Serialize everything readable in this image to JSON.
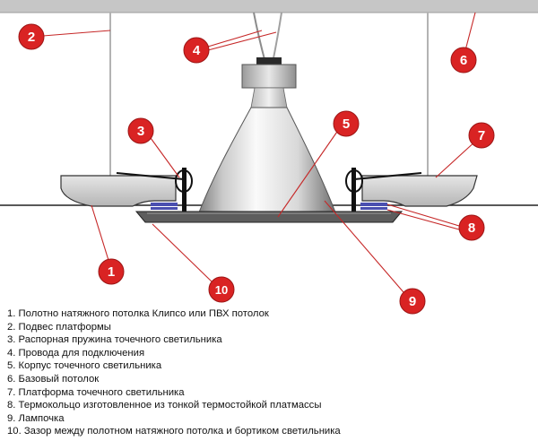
{
  "diagram": {
    "markers": [
      {
        "id": "m1",
        "label": "1"
      },
      {
        "id": "m2",
        "label": "2"
      },
      {
        "id": "m3",
        "label": "3"
      },
      {
        "id": "m4",
        "label": "4"
      },
      {
        "id": "m5",
        "label": "5"
      },
      {
        "id": "m6",
        "label": "6"
      },
      {
        "id": "m7",
        "label": "7"
      },
      {
        "id": "m8",
        "label": "8"
      },
      {
        "id": "m9",
        "label": "9"
      },
      {
        "id": "m10",
        "label": "10"
      }
    ],
    "colors": {
      "marker": "#d92323",
      "leader": "#c62828",
      "outline": "#222222",
      "wall": "#c8c8c8",
      "platform": "#d2d2d2",
      "reflector_light": "#f2f2f2",
      "reflector_dark": "#6e6e6e",
      "ring": "#4a4fb0"
    }
  },
  "legend": [
    "1. Полотно натяжного потолка Клипсо или ПВХ потолок",
    "2. Подвес платформы",
    "3. Распорная пружина точечного светильника",
    "4. Провода для подключения",
    "5. Корпус точечного светильника",
    "6. Базовый потолок",
    "7. Платформа точечного светильника",
    "8. Термокольцо изготовленное из тонкой термостойкой платмассы",
    "9. Лампочка",
    "10. Зазор между полотном натяжного потолка и бортиком светильника"
  ]
}
